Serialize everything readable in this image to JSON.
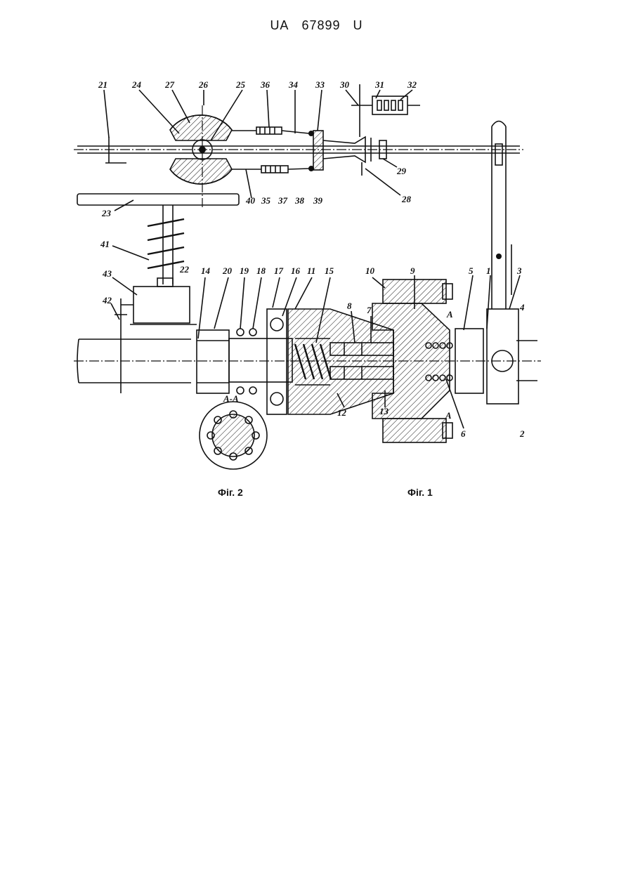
{
  "header": {
    "part1": "UA",
    "part2": "67899",
    "part3": "U"
  },
  "captions": {
    "fig2": "Фіг. 2",
    "fig1": "Фіг. 1"
  },
  "labels": {
    "l21": "21",
    "l24": "24",
    "l27": "27",
    "l26a": "26",
    "l25": "25",
    "l36": "36",
    "l34": "34",
    "l33": "33",
    "l30": "30",
    "l31": "31",
    "l32": "32",
    "l29": "29",
    "l28": "28",
    "l40": "40",
    "l35": "35",
    "l37": "37",
    "l38": "38",
    "l39": "39",
    "l23": "23",
    "l41": "41",
    "l22": "22",
    "l43": "43",
    "l42": "42",
    "l14": "14",
    "l20": "20",
    "l19": "19",
    "l18": "18",
    "l17": "17",
    "l16": "16",
    "l11": "11",
    "l15": "15",
    "l10": "10",
    "l9": "9",
    "l8": "8",
    "l7": "7",
    "lA1": "A",
    "l5": "5",
    "l1": "1",
    "l3": "3",
    "l4": "4",
    "l2": "2",
    "l12": "12",
    "l13": "13",
    "lA2": "A",
    "l6": "6",
    "lAA": "A-A"
  }
}
